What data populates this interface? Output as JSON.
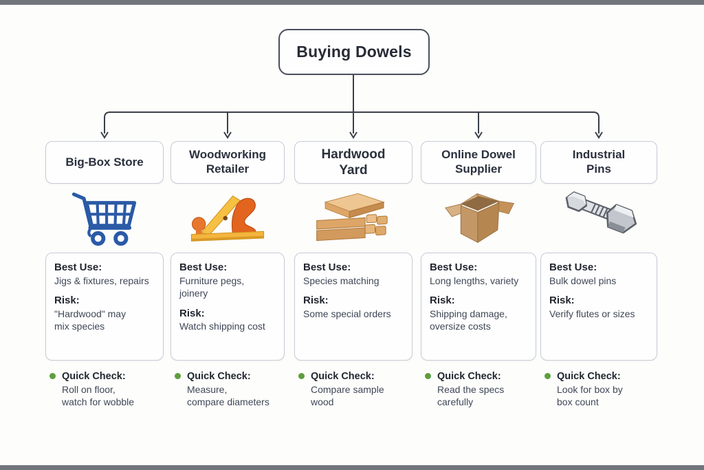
{
  "title": "Buying Dowels",
  "labels": {
    "best_use": "Best Use:",
    "risk": "Risk:",
    "quick_check": "Quick Check:"
  },
  "columns": [
    {
      "title": "Big-Box Store",
      "icon": "shopping-cart-icon",
      "best_use": "Jigs & fixtures, repairs",
      "risk": "\"Hardwood\" may\nmix species",
      "quick_check": "Roll on floor,\nwatch for wobble"
    },
    {
      "title": [
        "Woodworking",
        "Retailer"
      ],
      "icon": "hand-plane-icon",
      "best_use": "Furniture pegs,\njoinery",
      "risk": "Watch shipping cost",
      "quick_check": "Measure,\ncompare diameters"
    },
    {
      "title": [
        "Hardwood",
        "Yard"
      ],
      "icon": "lumber-stack-icon",
      "best_use": "Species matching",
      "risk": "Some special orders",
      "quick_check": "Compare sample\nwood"
    },
    {
      "title": [
        "Online Dowel",
        "Supplier"
      ],
      "icon": "cardboard-box-icon",
      "best_use": "Long lengths, variety",
      "risk": "Shipping damage,\noversize costs",
      "quick_check": "Read the specs\ncarefully"
    },
    {
      "title": [
        "Industrial",
        "Pins"
      ],
      "icon": "dowel-pin-icon",
      "best_use": "Bulk dowel pins",
      "risk": "Verify flutes or sizes",
      "quick_check": "Look for box by\nbox count"
    }
  ],
  "colors": {
    "connector": "#3a3f49",
    "box_border": "#c7ccd5",
    "title_border": "#4a505c",
    "text_dark": "#21262f",
    "text_body": "#3f4756",
    "bullet_green": "#5d9e3d",
    "cart_blue": "#2b5aa6",
    "plane_yellow": "#f3b53d",
    "plane_orange": "#e2641f",
    "lumber_tan": "#dda668",
    "box_tan": "#c49767",
    "pin_gray": "#c3c7cd"
  }
}
